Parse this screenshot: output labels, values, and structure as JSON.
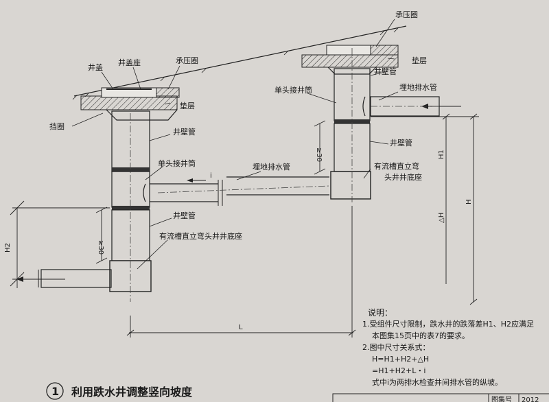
{
  "labels": {
    "cover": "井盖",
    "cover_seat": "井盖座",
    "pressure_ring_left": "承压圈",
    "pressure_ring_right": "承压圈",
    "cushion_left": "垫层",
    "cushion_right": "垫层",
    "retaining_ring": "挡圈",
    "wall_pipe_left_upper": "井壁管",
    "wall_pipe_left_lower": "井壁管",
    "wall_pipe_right_upper": "井壁管",
    "wall_pipe_right_mid": "井壁管",
    "single_joint_left": "单头接井筒",
    "single_joint_right": "单头接井筒",
    "buried_pipe_mid": "埋地排水管",
    "buried_pipe_right": "埋地排水管",
    "base_left": "有流槽直立弯头井井底座",
    "base_right_line1": "有流槽直立弯",
    "base_right_line2": "头井井底座"
  },
  "dimensions": {
    "ge30_left": "≥30",
    "ge30_right": "≥30",
    "h1": "H1",
    "h2": "H2",
    "h": "H",
    "delta_h": "△H",
    "l": "L",
    "i": "i"
  },
  "notes": {
    "title": "说明：",
    "n1_line1": "1.受组件尺寸限制，跌水井的跌落差H1、H2应满足",
    "n1_line2": "本图集15页中的表7的要求。",
    "n2_line1": "2.图中尺寸关系式：",
    "n2_line2": "H=H1+H2+△H",
    "n2_line3": "=H1+H2+L・i",
    "n2_line4": "式中i为两排水检查井间排水管的纵坡。"
  },
  "caption": {
    "number": "1",
    "text": "利用跌水井调整竖向坡度"
  },
  "corner": {
    "text1": "图集号",
    "text2": "2012"
  }
}
